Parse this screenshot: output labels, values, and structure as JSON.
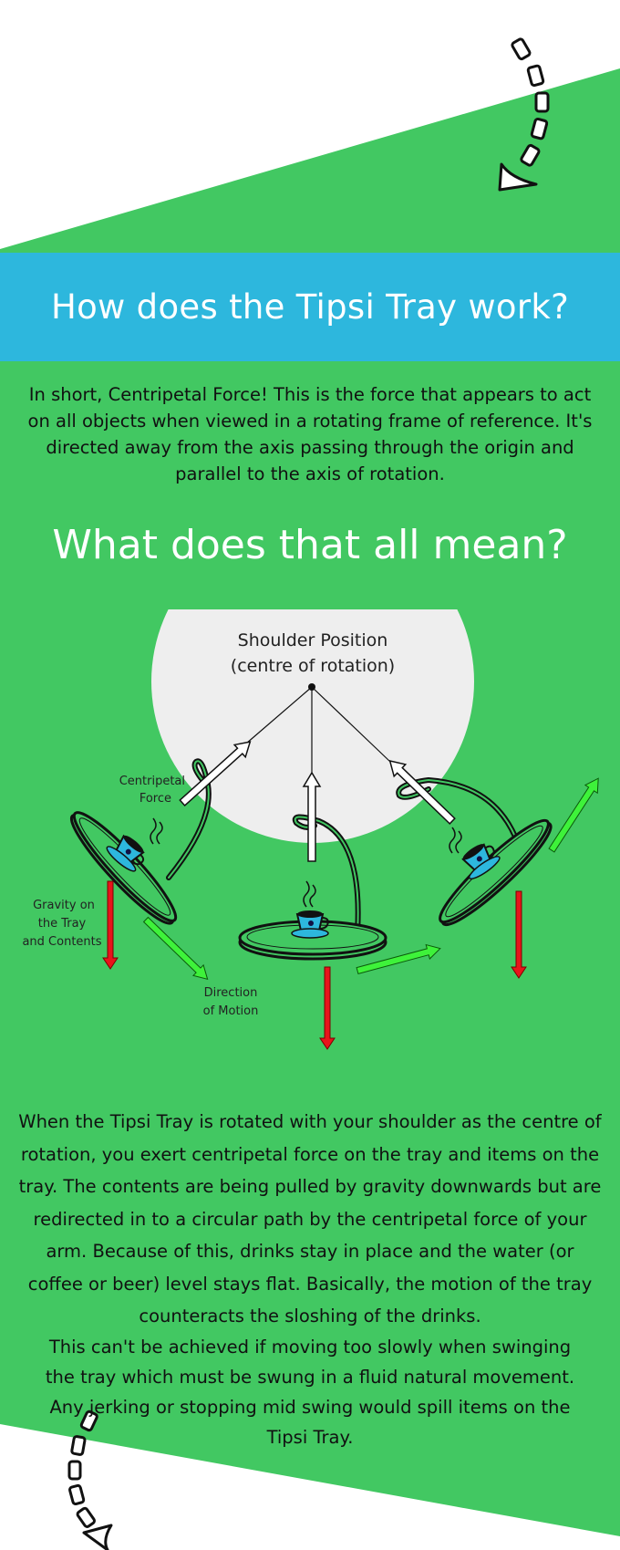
{
  "colors": {
    "green": "#42c862",
    "blue": "#2db7dd",
    "circle": "#eeeeee",
    "gravity_arrow": "#e8141b",
    "motion_arrow": "#3ef23a"
  },
  "header": {
    "title": "How does the Tipsi Tray work?"
  },
  "intro": {
    "text": "In short, Centripetal Force! This is the force that appears to act on all objects when viewed in a rotating frame of reference. It's directed away from the axis passing through the origin and parallel to the axis of rotation."
  },
  "subheading": "What does that all mean?",
  "diagram": {
    "shoulder_label_1": "Shoulder Position",
    "shoulder_label_2": "(centre of rotation)",
    "centripetal_1": "Centripetal",
    "centripetal_2": "Force",
    "gravity_1": "Gravity on",
    "gravity_2": "the Tray",
    "gravity_3": "and Contents",
    "motion_1": "Direction",
    "motion_2": "of Motion"
  },
  "explanation": {
    "text": "When the Tipsi Tray is rotated with your shoulder as the centre of rotation, you exert centripetal force on the tray and items on the tray. The contents are being pulled by gravity downwards but are redirected in to a circular path by the centripetal force of your arm. Because of this, drinks stay in place and the water (or coffee or beer) level stays flat. Basically, the motion of the tray counteracts the sloshing of the drinks."
  },
  "note": {
    "text": "This can't be achieved if moving too slowly when swinging the tray which must be swung in a fluid natural movement. Any jerking or stopping mid swing would spill items on the Tipsi Tray."
  }
}
